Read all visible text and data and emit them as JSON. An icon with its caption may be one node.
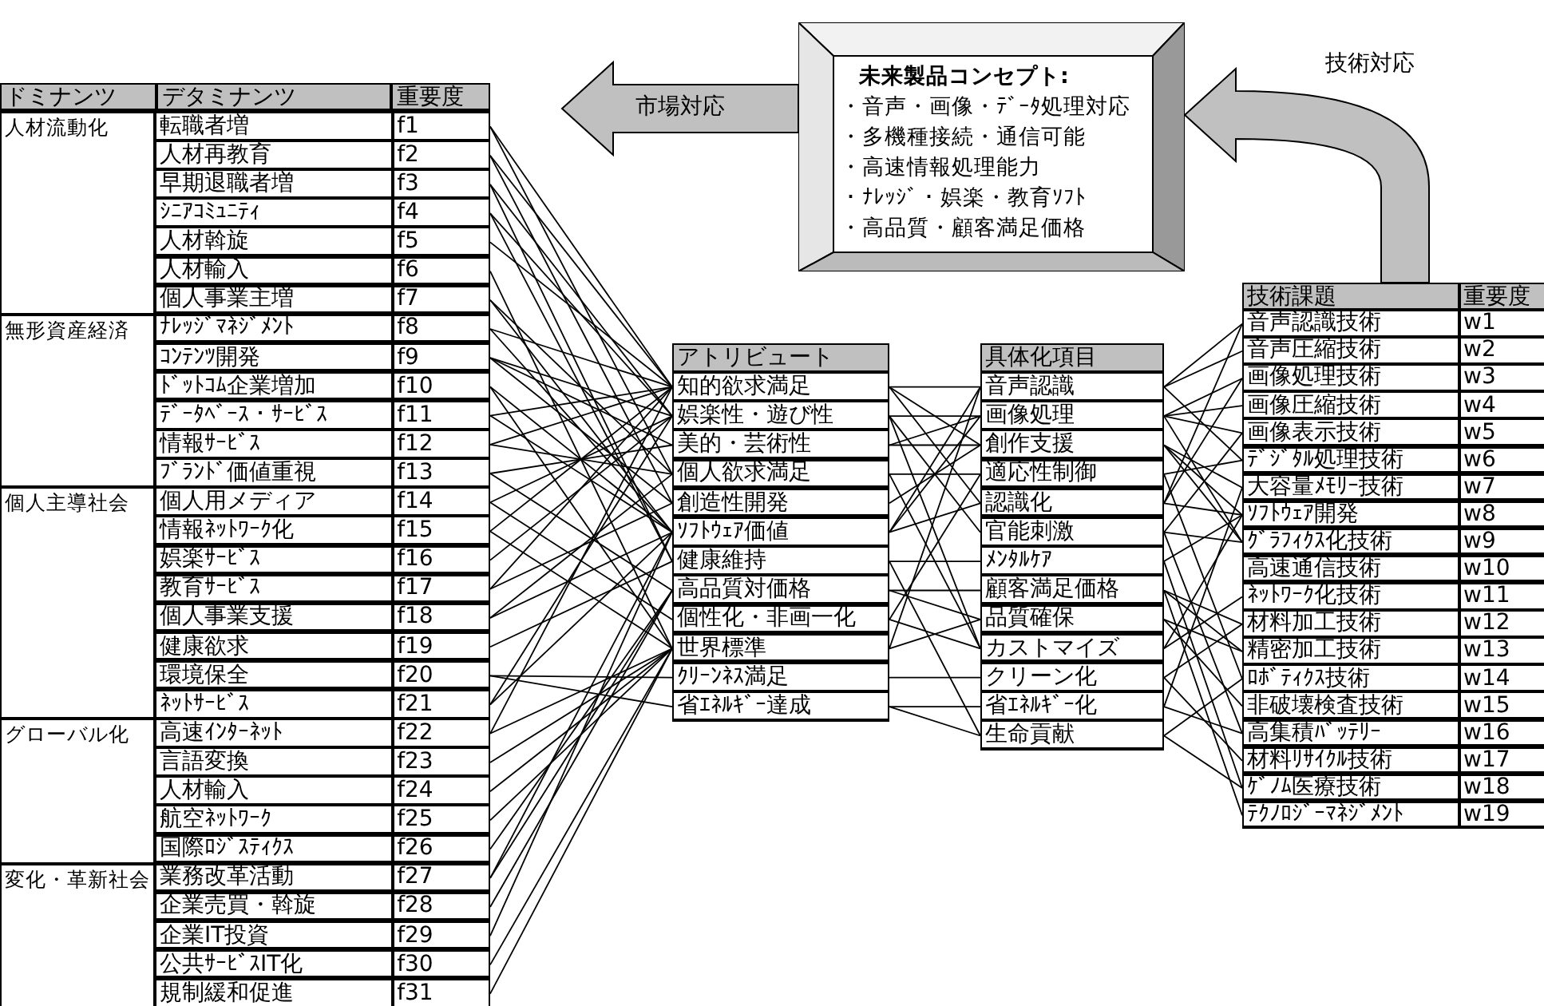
{
  "diagram": {
    "nodes": [
      {
        "text": [
          "未来製品コンセプト:",
          "・音声・画像・ﾃﾞｰﾀ処理対応",
          "・多機種接続・通信可能",
          "・高速情報処理能力",
          "・ﾅﾚｯｼﾞ・娯楽・教育ｿﾌﾄ",
          "・高品質・顧客満足価格"
        ]
      },
      {
        "text": [
          "ドミナンツ",
          "デタミナンツ",
          "重要度"
        ]
      },
      {
        "text": [
          "人材流動化"
        ]
      },
      {
        "text": [
          "転職者増",
          "f1"
        ]
      },
      {
        "text": [
          "人材再教育",
          "f2"
        ]
      },
      {
        "text": [
          "早期退職者増",
          "f3"
        ]
      },
      {
        "text": [
          "ｼﾆｱｺﾐｭﾆﾃｨ",
          "f4"
        ]
      },
      {
        "text": [
          "人材斡旋",
          "f5"
        ]
      },
      {
        "text": [
          "人材輸入",
          "f6"
        ]
      },
      {
        "text": [
          "個人事業主増",
          "f7"
        ]
      },
      {
        "text": [
          "無形資産経済"
        ]
      },
      {
        "text": [
          "ﾅﾚｯｼﾞﾏﾈｼﾞﾒﾝﾄ",
          "f8"
        ]
      },
      {
        "text": [
          "ｺﾝﾃﾝﾂ開発",
          "f9"
        ]
      },
      {
        "text": [
          "ﾄﾞｯﾄｺﾑ企業増加",
          "f10"
        ]
      },
      {
        "text": [
          "ﾃﾞｰﾀﾍﾞｰｽ・ｻｰﾋﾞｽ",
          "f11"
        ]
      },
      {
        "text": [
          "情報ｻｰﾋﾞｽ",
          "f12"
        ]
      },
      {
        "text": [
          "ﾌﾞﾗﾝﾄﾞ価値重視",
          "f13"
        ]
      },
      {
        "text": [
          "個人主導社会"
        ]
      },
      {
        "text": [
          "個人用メディア",
          "f14"
        ]
      },
      {
        "text": [
          "情報ﾈｯﾄﾜｰｸ化",
          "f15"
        ]
      },
      {
        "text": [
          "娯楽ｻｰﾋﾞｽ",
          "f16"
        ]
      },
      {
        "text": [
          "教育ｻｰﾋﾞｽ",
          "f17"
        ]
      },
      {
        "text": [
          "個人事業支援",
          "f18"
        ]
      },
      {
        "text": [
          "健康欲求",
          "f19"
        ]
      },
      {
        "text": [
          "環境保全",
          "f20"
        ]
      },
      {
        "text": [
          "ﾈｯﾄｻｰﾋﾞｽ",
          "f21"
        ]
      },
      {
        "text": [
          "グローバル化"
        ]
      },
      {
        "text": [
          "高速ｲﾝﾀｰﾈｯﾄ",
          "f22"
        ]
      },
      {
        "text": [
          "言語変換",
          "f23"
        ]
      },
      {
        "text": [
          "人材輸入",
          "f24"
        ]
      },
      {
        "text": [
          "航空ﾈｯﾄﾜｰｸ",
          "f25"
        ]
      },
      {
        "text": [
          "国際ﾛｼﾞｽﾃｨｸｽ",
          "f26"
        ]
      },
      {
        "text": [
          "変化・革新社会"
        ]
      },
      {
        "text": [
          "業務改革活動",
          "f27"
        ]
      },
      {
        "text": [
          "企業売買・斡旋",
          "f28"
        ]
      },
      {
        "text": [
          "企業IT投資",
          "f29"
        ]
      },
      {
        "text": [
          "公共ｻｰﾋﾞｽIT化",
          "f30"
        ]
      },
      {
        "text": [
          "規制緩和促進",
          "f31"
        ]
      },
      {
        "text": [
          "アトリビュート"
        ]
      },
      {
        "text": [
          "知的欲求満足"
        ]
      },
      {
        "text": [
          "娯楽性・遊び性"
        ]
      },
      {
        "text": [
          "美的・芸術性"
        ]
      },
      {
        "text": [
          "個人欲求満足"
        ]
      },
      {
        "text": [
          "創造性開発"
        ]
      },
      {
        "text": [
          "ｿﾌﾄｳｪｱ価値"
        ]
      },
      {
        "text": [
          "健康維持"
        ]
      },
      {
        "text": [
          "高品質対価格"
        ]
      },
      {
        "text": [
          "個性化・非画一化"
        ]
      },
      {
        "text": [
          "世界標準"
        ]
      },
      {
        "text": [
          "ｸﾘｰﾝﾈｽ満足"
        ]
      },
      {
        "text": [
          "省ｴﾈﾙｷﾞｰ達成"
        ]
      },
      {
        "text": [
          "具体化項目"
        ]
      },
      {
        "text": [
          "音声認識"
        ]
      },
      {
        "text": [
          "画像処理"
        ]
      },
      {
        "text": [
          "創作支援"
        ]
      },
      {
        "text": [
          "適応性制御"
        ]
      },
      {
        "text": [
          "認識化"
        ]
      },
      {
        "text": [
          "官能刺激"
        ]
      },
      {
        "text": [
          "ﾒﾝﾀﾙｹｱ"
        ]
      },
      {
        "text": [
          "顧客満足価格"
        ]
      },
      {
        "text": [
          "品質確保"
        ]
      },
      {
        "text": [
          "カストマイズ"
        ]
      },
      {
        "text": [
          "クリーン化"
        ]
      },
      {
        "text": [
          "省ｴﾈﾙｷﾞｰ化"
        ]
      },
      {
        "text": [
          "生命貢献"
        ]
      },
      {
        "text": [
          "技術課題",
          "重要度"
        ]
      },
      {
        "text": [
          "音声認識技術",
          "w1"
        ]
      },
      {
        "text": [
          "音声圧縮技術",
          "w2"
        ]
      },
      {
        "text": [
          "画像処理技術",
          "w3"
        ]
      },
      {
        "text": [
          "画像圧縮技術",
          "w4"
        ]
      },
      {
        "text": [
          "画像表示技術",
          "w5"
        ]
      },
      {
        "text": [
          "ﾃﾞｼﾞﾀﾙ処理技術",
          "w6"
        ]
      },
      {
        "text": [
          "大容量ﾒﾓﾘｰ技術",
          "w7"
        ]
      },
      {
        "text": [
          "ｿﾌﾄｳｪｱ開発",
          "w8"
        ]
      },
      {
        "text": [
          "ｸﾞﾗﾌｨｸｽ化技術",
          "w9"
        ]
      },
      {
        "text": [
          "高速通信技術",
          "w10"
        ]
      },
      {
        "text": [
          "ﾈｯﾄﾜｰｸ化技術",
          "w11"
        ]
      },
      {
        "text": [
          "材料加工技術",
          "w12"
        ]
      },
      {
        "text": [
          "精密加工技術",
          "w13"
        ]
      },
      {
        "text": [
          "ﾛﾎﾞﾃｨｸｽ技術",
          "w14"
        ]
      },
      {
        "text": [
          "非破壊検査技術",
          "w15"
        ]
      },
      {
        "text": [
          "高集積ﾊﾞｯﾃﾘｰ",
          "w16"
        ]
      },
      {
        "text": [
          "材料ﾘｻｲｸﾙ技術",
          "w17"
        ]
      },
      {
        "text": [
          "ｹﾞﾉﾑ医療技術",
          "w18"
        ]
      },
      {
        "text": [
          "ﾃｸﾉﾛｼﾞｰﾏﾈｼﾞﾒﾝﾄ",
          "w19"
        ]
      }
    ],
    "edges": [
      {
        "from": 0,
        "to": null,
        "arrow": "to",
        "label": "市場対応",
        "style": "thick",
        "color": "#c0c0c0"
      },
      {
        "from": 65,
        "to": 0,
        "arrow": "to",
        "label": "技術対応",
        "style": "thick",
        "color": "#c0c0c0"
      },
      {
        "from": 3,
        "to": 39,
        "arrow": "none"
      },
      {
        "from": 3,
        "to": 42,
        "arrow": "none"
      },
      {
        "from": 4,
        "to": 39,
        "arrow": "none"
      },
      {
        "from": 4,
        "to": 43,
        "arrow": "none"
      },
      {
        "from": 5,
        "to": 40,
        "arrow": "none"
      },
      {
        "from": 5,
        "to": 45,
        "arrow": "none"
      },
      {
        "from": 6,
        "to": 40,
        "arrow": "none"
      },
      {
        "from": 6,
        "to": 45,
        "arrow": "none"
      },
      {
        "from": 7,
        "to": 39,
        "arrow": "none"
      },
      {
        "from": 8,
        "to": 48,
        "arrow": "none"
      },
      {
        "from": 9,
        "to": 42,
        "arrow": "none"
      },
      {
        "from": 9,
        "to": 44,
        "arrow": "none"
      },
      {
        "from": 11,
        "to": 39,
        "arrow": "none"
      },
      {
        "from": 11,
        "to": 44,
        "arrow": "none"
      },
      {
        "from": 12,
        "to": 40,
        "arrow": "none"
      },
      {
        "from": 12,
        "to": 41,
        "arrow": "none"
      },
      {
        "from": 12,
        "to": 43,
        "arrow": "none"
      },
      {
        "from": 13,
        "to": 44,
        "arrow": "none"
      },
      {
        "from": 13,
        "to": 48,
        "arrow": "none"
      },
      {
        "from": 14,
        "to": 39,
        "arrow": "none"
      },
      {
        "from": 14,
        "to": 44,
        "arrow": "none"
      },
      {
        "from": 15,
        "to": 39,
        "arrow": "none"
      },
      {
        "from": 15,
        "to": 42,
        "arrow": "none"
      },
      {
        "from": 16,
        "to": 41,
        "arrow": "none"
      },
      {
        "from": 16,
        "to": 46,
        "arrow": "none"
      },
      {
        "from": 18,
        "to": 40,
        "arrow": "none"
      },
      {
        "from": 18,
        "to": 47,
        "arrow": "none"
      },
      {
        "from": 19,
        "to": 39,
        "arrow": "none"
      },
      {
        "from": 19,
        "to": 48,
        "arrow": "none"
      },
      {
        "from": 20,
        "to": 40,
        "arrow": "none"
      },
      {
        "from": 21,
        "to": 39,
        "arrow": "none"
      },
      {
        "from": 21,
        "to": 43,
        "arrow": "none"
      },
      {
        "from": 22,
        "to": 42,
        "arrow": "none"
      },
      {
        "from": 22,
        "to": 44,
        "arrow": "none"
      },
      {
        "from": 23,
        "to": 45,
        "arrow": "none"
      },
      {
        "from": 24,
        "to": 49,
        "arrow": "none"
      },
      {
        "from": 24,
        "to": 50,
        "arrow": "none"
      },
      {
        "from": 25,
        "to": 40,
        "arrow": "none"
      },
      {
        "from": 25,
        "to": 44,
        "arrow": "none"
      },
      {
        "from": 27,
        "to": 39,
        "arrow": "none"
      },
      {
        "from": 27,
        "to": 48,
        "arrow": "none"
      },
      {
        "from": 28,
        "to": 48,
        "arrow": "none"
      },
      {
        "from": 29,
        "to": 48,
        "arrow": "none"
      },
      {
        "from": 30,
        "to": 48,
        "arrow": "none"
      },
      {
        "from": 31,
        "to": 46,
        "arrow": "none"
      },
      {
        "from": 33,
        "to": 44,
        "arrow": "none"
      },
      {
        "from": 33,
        "to": 46,
        "arrow": "none"
      },
      {
        "from": 34,
        "to": 46,
        "arrow": "none"
      },
      {
        "from": 35,
        "to": 44,
        "arrow": "none"
      },
      {
        "from": 36,
        "to": 48,
        "arrow": "none"
      },
      {
        "from": 37,
        "to": 48,
        "arrow": "none"
      },
      {
        "from": 39,
        "to": 52,
        "arrow": "none"
      },
      {
        "from": 39,
        "to": 54,
        "arrow": "none"
      },
      {
        "from": 39,
        "to": 56,
        "arrow": "none"
      },
      {
        "from": 40,
        "to": 53,
        "arrow": "none"
      },
      {
        "from": 40,
        "to": 57,
        "arrow": "none"
      },
      {
        "from": 40,
        "to": 61,
        "arrow": "none"
      },
      {
        "from": 41,
        "to": 53,
        "arrow": "none"
      },
      {
        "from": 41,
        "to": 54,
        "arrow": "none"
      },
      {
        "from": 42,
        "to": 55,
        "arrow": "none"
      },
      {
        "from": 42,
        "to": 61,
        "arrow": "none"
      },
      {
        "from": 43,
        "to": 54,
        "arrow": "none"
      },
      {
        "from": 44,
        "to": 52,
        "arrow": "none"
      },
      {
        "from": 44,
        "to": 53,
        "arrow": "none"
      },
      {
        "from": 44,
        "to": 56,
        "arrow": "none"
      },
      {
        "from": 45,
        "to": 58,
        "arrow": "none"
      },
      {
        "from": 45,
        "to": 64,
        "arrow": "none"
      },
      {
        "from": 46,
        "to": 59,
        "arrow": "none"
      },
      {
        "from": 46,
        "to": 60,
        "arrow": "none"
      },
      {
        "from": 47,
        "to": 55,
        "arrow": "none"
      },
      {
        "from": 47,
        "to": 61,
        "arrow": "none"
      },
      {
        "from": 48,
        "to": 52,
        "arrow": "none"
      },
      {
        "from": 48,
        "to": 60,
        "arrow": "none"
      },
      {
        "from": 49,
        "to": 62,
        "arrow": "none"
      },
      {
        "from": 50,
        "to": 63,
        "arrow": "none"
      },
      {
        "from": 50,
        "to": 64,
        "arrow": "none"
      },
      {
        "from": 52,
        "to": 66,
        "arrow": "none"
      },
      {
        "from": 52,
        "to": 67,
        "arrow": "none"
      },
      {
        "from": 52,
        "to": 71,
        "arrow": "none"
      },
      {
        "from": 53,
        "to": 68,
        "arrow": "none"
      },
      {
        "from": 53,
        "to": 69,
        "arrow": "none"
      },
      {
        "from": 53,
        "to": 70,
        "arrow": "none"
      },
      {
        "from": 53,
        "to": 74,
        "arrow": "none"
      },
      {
        "from": 54,
        "to": 72,
        "arrow": "none"
      },
      {
        "from": 54,
        "to": 73,
        "arrow": "none"
      },
      {
        "from": 54,
        "to": 74,
        "arrow": "none"
      },
      {
        "from": 55,
        "to": 71,
        "arrow": "none"
      },
      {
        "from": 55,
        "to": 79,
        "arrow": "none"
      },
      {
        "from": 56,
        "to": 66,
        "arrow": "none"
      },
      {
        "from": 56,
        "to": 68,
        "arrow": "none"
      },
      {
        "from": 56,
        "to": 73,
        "arrow": "none"
      },
      {
        "from": 57,
        "to": 70,
        "arrow": "none"
      },
      {
        "from": 57,
        "to": 74,
        "arrow": "none"
      },
      {
        "from": 57,
        "to": 81,
        "arrow": "none"
      },
      {
        "from": 58,
        "to": 73,
        "arrow": "none"
      },
      {
        "from": 58,
        "to": 83,
        "arrow": "none"
      },
      {
        "from": 59,
        "to": 77,
        "arrow": "none"
      },
      {
        "from": 59,
        "to": 78,
        "arrow": "none"
      },
      {
        "from": 59,
        "to": 84,
        "arrow": "none"
      },
      {
        "from": 60,
        "to": 78,
        "arrow": "none"
      },
      {
        "from": 60,
        "to": 80,
        "arrow": "none"
      },
      {
        "from": 61,
        "to": 73,
        "arrow": "none"
      },
      {
        "from": 61,
        "to": 76,
        "arrow": "none"
      },
      {
        "from": 62,
        "to": 77,
        "arrow": "none"
      },
      {
        "from": 62,
        "to": 82,
        "arrow": "none"
      },
      {
        "from": 63,
        "to": 72,
        "arrow": "none"
      },
      {
        "from": 63,
        "to": 81,
        "arrow": "none"
      },
      {
        "from": 64,
        "to": 79,
        "arrow": "none"
      },
      {
        "from": 64,
        "to": 83,
        "arrow": "none"
      }
    ]
  }
}
